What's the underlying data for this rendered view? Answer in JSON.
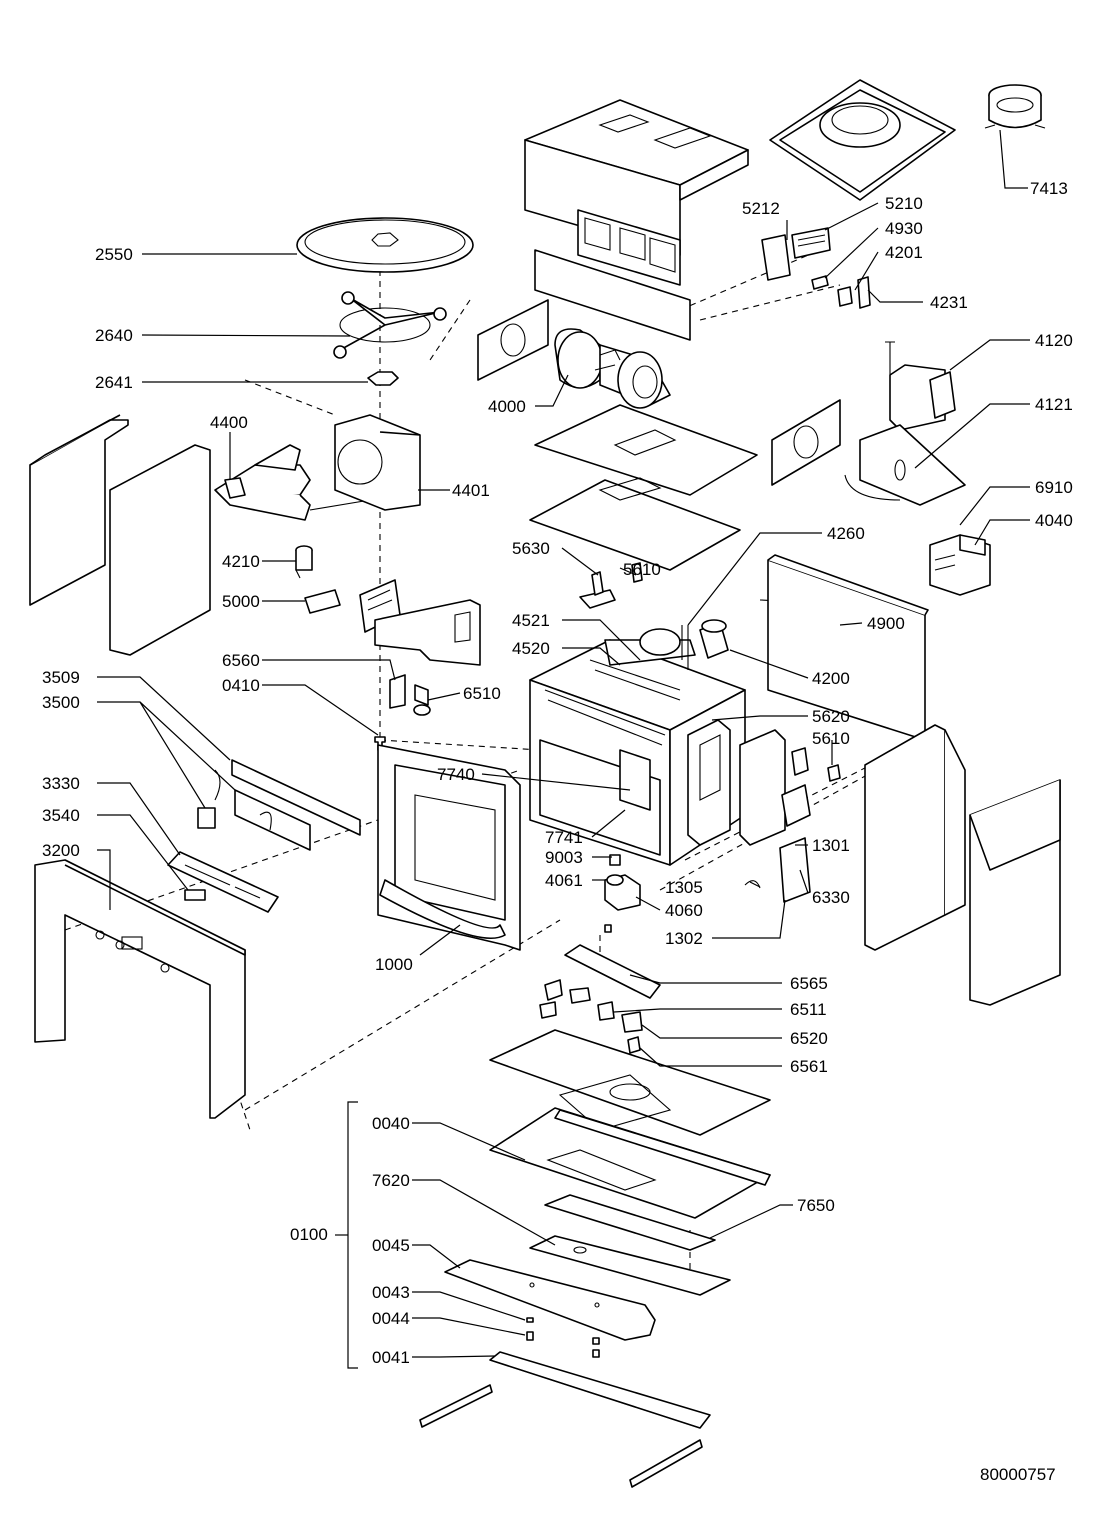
{
  "document_number": "80000757",
  "part_numbers": {
    "p7413": "7413",
    "p2550": "2550",
    "p5212": "5212",
    "p5210": "5210",
    "p4930": "4930",
    "p4201": "4201",
    "p4231": "4231",
    "p2640": "2640",
    "p4120": "4120",
    "p2641": "2641",
    "p4000": "4000",
    "p4121": "4121",
    "p4400": "4400",
    "p4401": "4401",
    "p6910": "6910",
    "p4040": "4040",
    "p4260": "4260",
    "p5630": "5630",
    "p4210": "4210",
    "p5610a": "5610",
    "p5000": "5000",
    "p4900": "4900",
    "p4521": "4521",
    "p4520": "4520",
    "p4200": "4200",
    "p6560": "6560",
    "p3509": "3509",
    "p0410": "0410",
    "p6510": "6510",
    "p3500": "3500",
    "p5620": "5620",
    "p5610b": "5610",
    "p7740": "7740",
    "p3330": "3330",
    "p3540": "3540",
    "p7741": "7741",
    "p1301": "1301",
    "p9003": "9003",
    "p3200": "3200",
    "p4061": "4061",
    "p1305": "1305",
    "p6330": "6330",
    "p4060": "4060",
    "p1302": "1302",
    "p1000": "1000",
    "p6565": "6565",
    "p6511": "6511",
    "p6520": "6520",
    "p6561": "6561",
    "p0040": "0040",
    "p7650": "7650",
    "p7620": "7620",
    "p0100": "0100",
    "p0045": "0045",
    "p0043": "0043",
    "p0044": "0044",
    "p0041": "0041"
  }
}
